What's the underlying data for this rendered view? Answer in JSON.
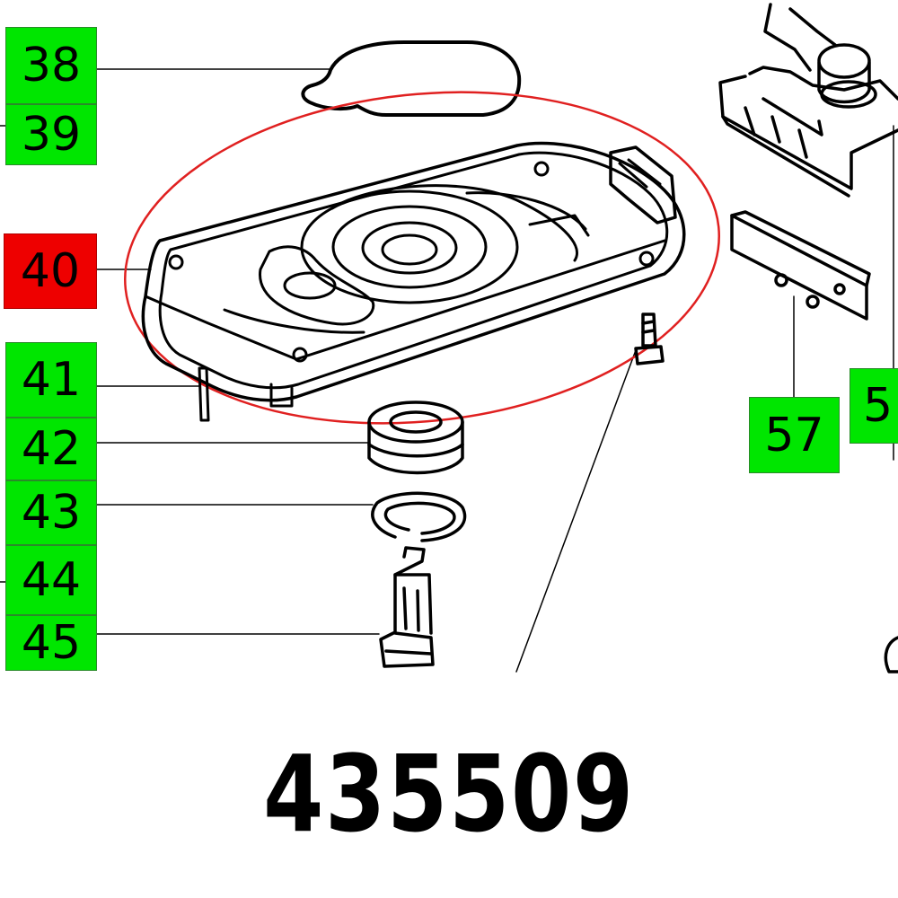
{
  "colors": {
    "label_default": "#00e600",
    "label_highlight": "#ee0000",
    "highlight_ring": "#e02020",
    "line": "#000000"
  },
  "labels": [
    {
      "text": "38",
      "state": "default"
    },
    {
      "text": "39",
      "state": "default"
    },
    {
      "text": "40",
      "state": "highlighted"
    },
    {
      "text": "41",
      "state": "default"
    },
    {
      "text": "42",
      "state": "default"
    },
    {
      "text": "43",
      "state": "default"
    },
    {
      "text": "44",
      "state": "default"
    },
    {
      "text": "45",
      "state": "default"
    },
    {
      "text": "57",
      "state": "default"
    },
    {
      "text": "5",
      "state": "default"
    }
  ],
  "part_number": "435509"
}
